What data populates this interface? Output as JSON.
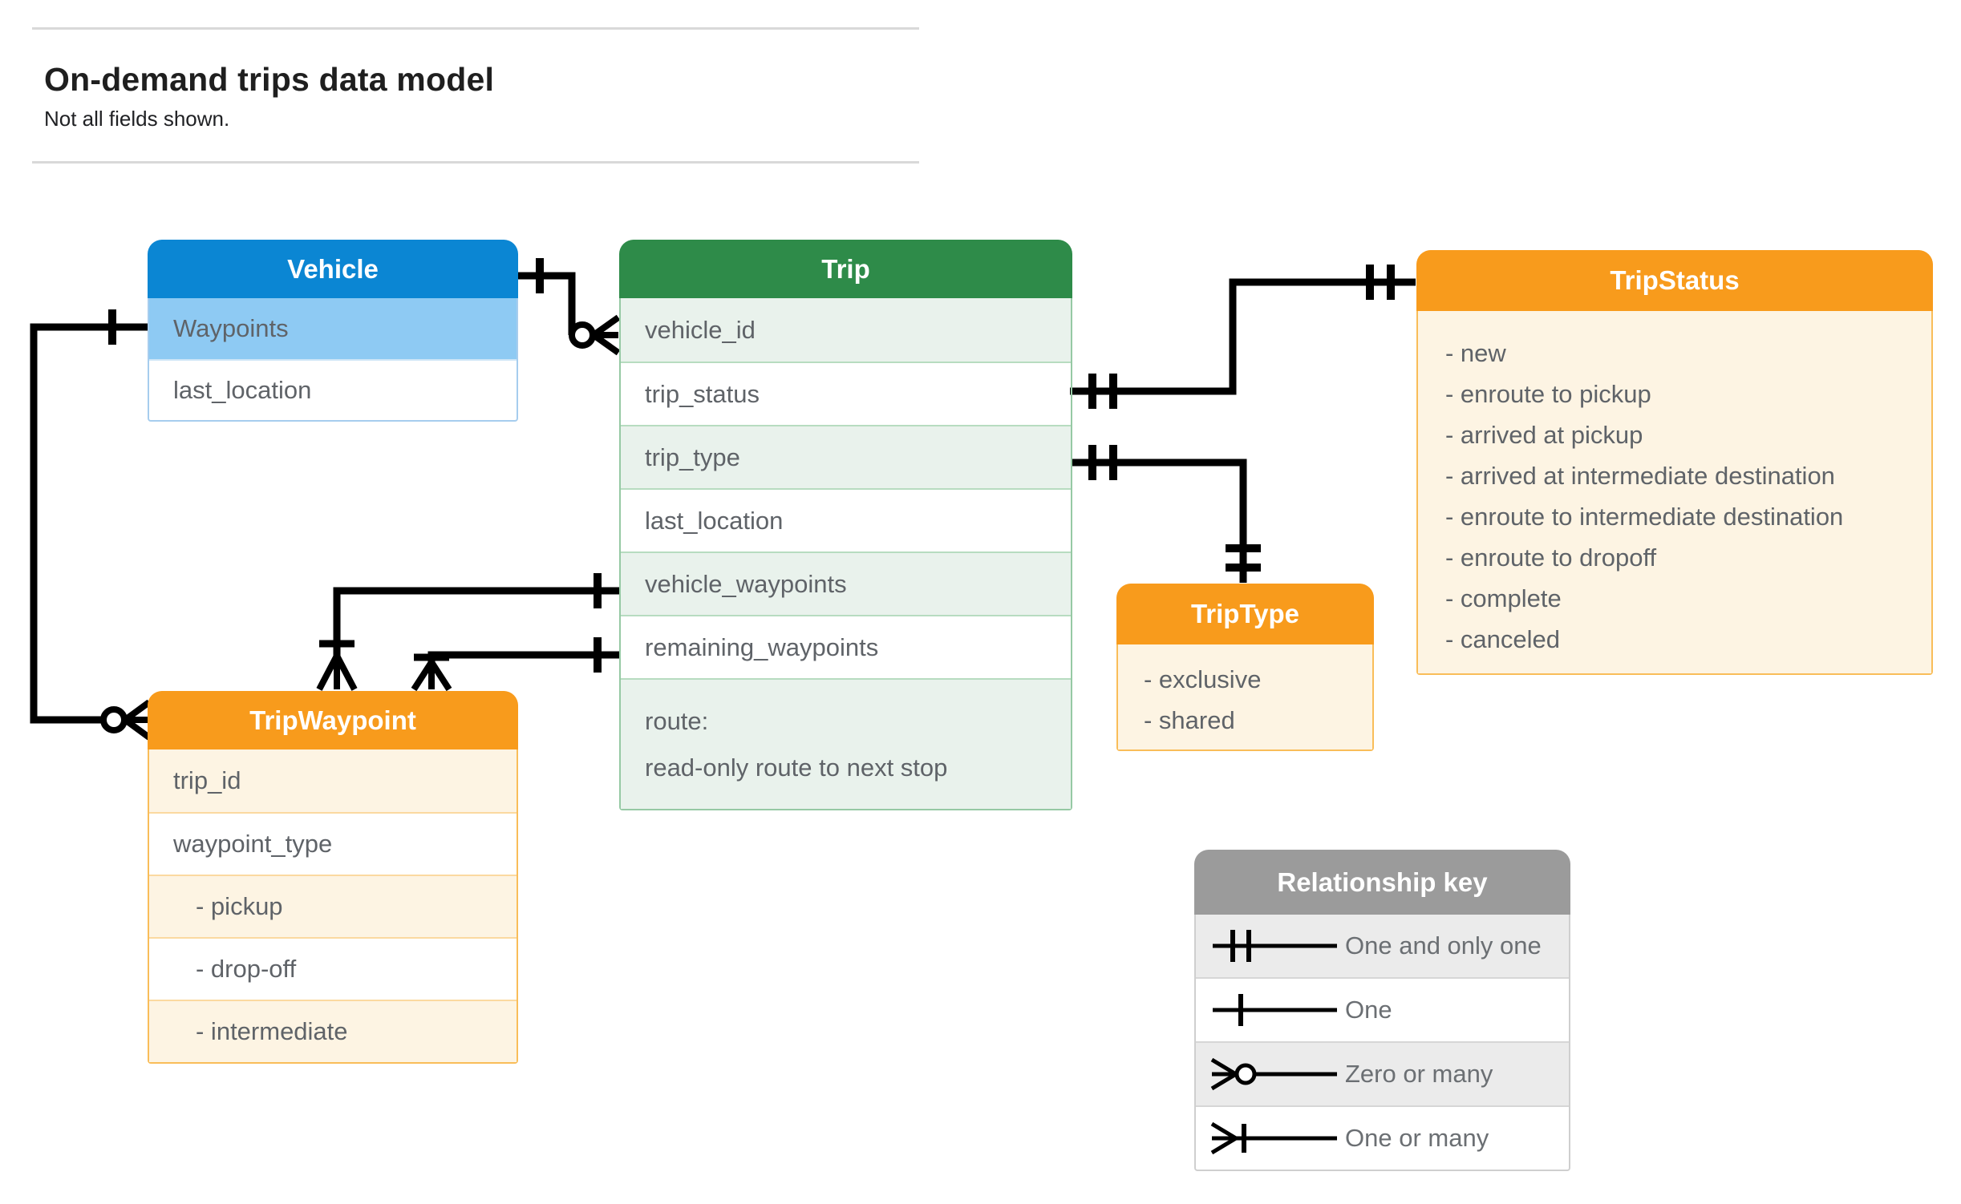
{
  "page": {
    "title": "On-demand trips data model",
    "subtitle": "Not all fields shown."
  },
  "entities": {
    "vehicle": {
      "title": "Vehicle",
      "fields": [
        {
          "label": "Waypoints"
        },
        {
          "label": "last_location"
        }
      ]
    },
    "trip": {
      "title": "Trip",
      "fields": [
        {
          "label": "vehicle_id"
        },
        {
          "label": "trip_status"
        },
        {
          "label": "trip_type"
        },
        {
          "label": "last_location"
        },
        {
          "label": "vehicle_waypoints"
        },
        {
          "label": "remaining_waypoints"
        }
      ],
      "route_field": {
        "line1": "route:",
        "line2": "read-only route to next stop"
      }
    },
    "trip_status": {
      "title": "TripStatus",
      "values": [
        "- new",
        "- enroute to pickup",
        "- arrived at pickup",
        "- arrived at intermediate destination",
        "- enroute to intermediate destination",
        "- enroute to dropoff",
        "- complete",
        "- canceled"
      ]
    },
    "trip_type": {
      "title": "TripType",
      "values": [
        "- exclusive",
        "- shared"
      ]
    },
    "trip_waypoint": {
      "title": "TripWaypoint",
      "fields": [
        {
          "label": "trip_id"
        },
        {
          "label": "waypoint_type"
        }
      ],
      "enum_values": [
        {
          "label": "- pickup"
        },
        {
          "label": "- drop-off"
        },
        {
          "label": "- intermediate"
        }
      ]
    }
  },
  "legend": {
    "title": "Relationship key",
    "rows": [
      {
        "icon": "one-and-only-one-symbol",
        "label": "One and only one"
      },
      {
        "icon": "one-symbol",
        "label": "One"
      },
      {
        "icon": "zero-or-many-symbol",
        "label": "Zero or many"
      },
      {
        "icon": "one-or-many-symbol",
        "label": "One or many"
      }
    ]
  },
  "colors": {
    "vehicle_header": "#0b86d3",
    "vehicle_highlight_row": "#8ecaf3",
    "trip_header": "#2e8b49",
    "trip_row_tint": "#e9f2ec",
    "orange_header": "#f89b1c",
    "orange_row_tint": "#fdf4e3",
    "legend_header": "#9b9b9b",
    "legend_row_tint": "#ebebeb",
    "connector": "#000000",
    "field_text": "#5f6368"
  }
}
